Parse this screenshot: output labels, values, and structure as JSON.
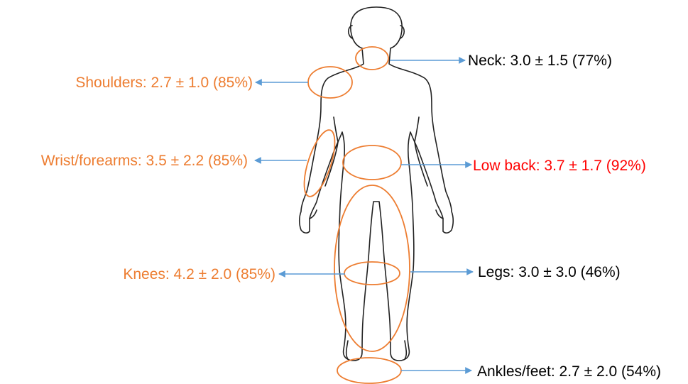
{
  "colors": {
    "orange": "#ED7D31",
    "red": "#FF0000",
    "black": "#000000",
    "arrow": "#5B9BD5",
    "outline": "#222222"
  },
  "regions": {
    "neck": {
      "text": "Neck: 3.0 ± 1.5 (77%)",
      "color": "black"
    },
    "shoulders": {
      "text": "Shoulders: 2.7 ± 1.0 (85%)",
      "color": "orange"
    },
    "wrist": {
      "text": "Wrist/forearms: 3.5 ± 2.2 (85%)",
      "color": "orange"
    },
    "lowback": {
      "text": "Low back: 3.7 ± 1.7 (92%)",
      "color": "red"
    },
    "knees": {
      "text": "Knees: 4.2 ± 2.0 (85%)",
      "color": "orange"
    },
    "legs": {
      "text": "Legs: 3.0 ± 3.0 (46%)",
      "color": "black"
    },
    "ankles": {
      "text": "Ankles/feet: 2.7 ± 2.0 (54%)",
      "color": "black"
    }
  }
}
